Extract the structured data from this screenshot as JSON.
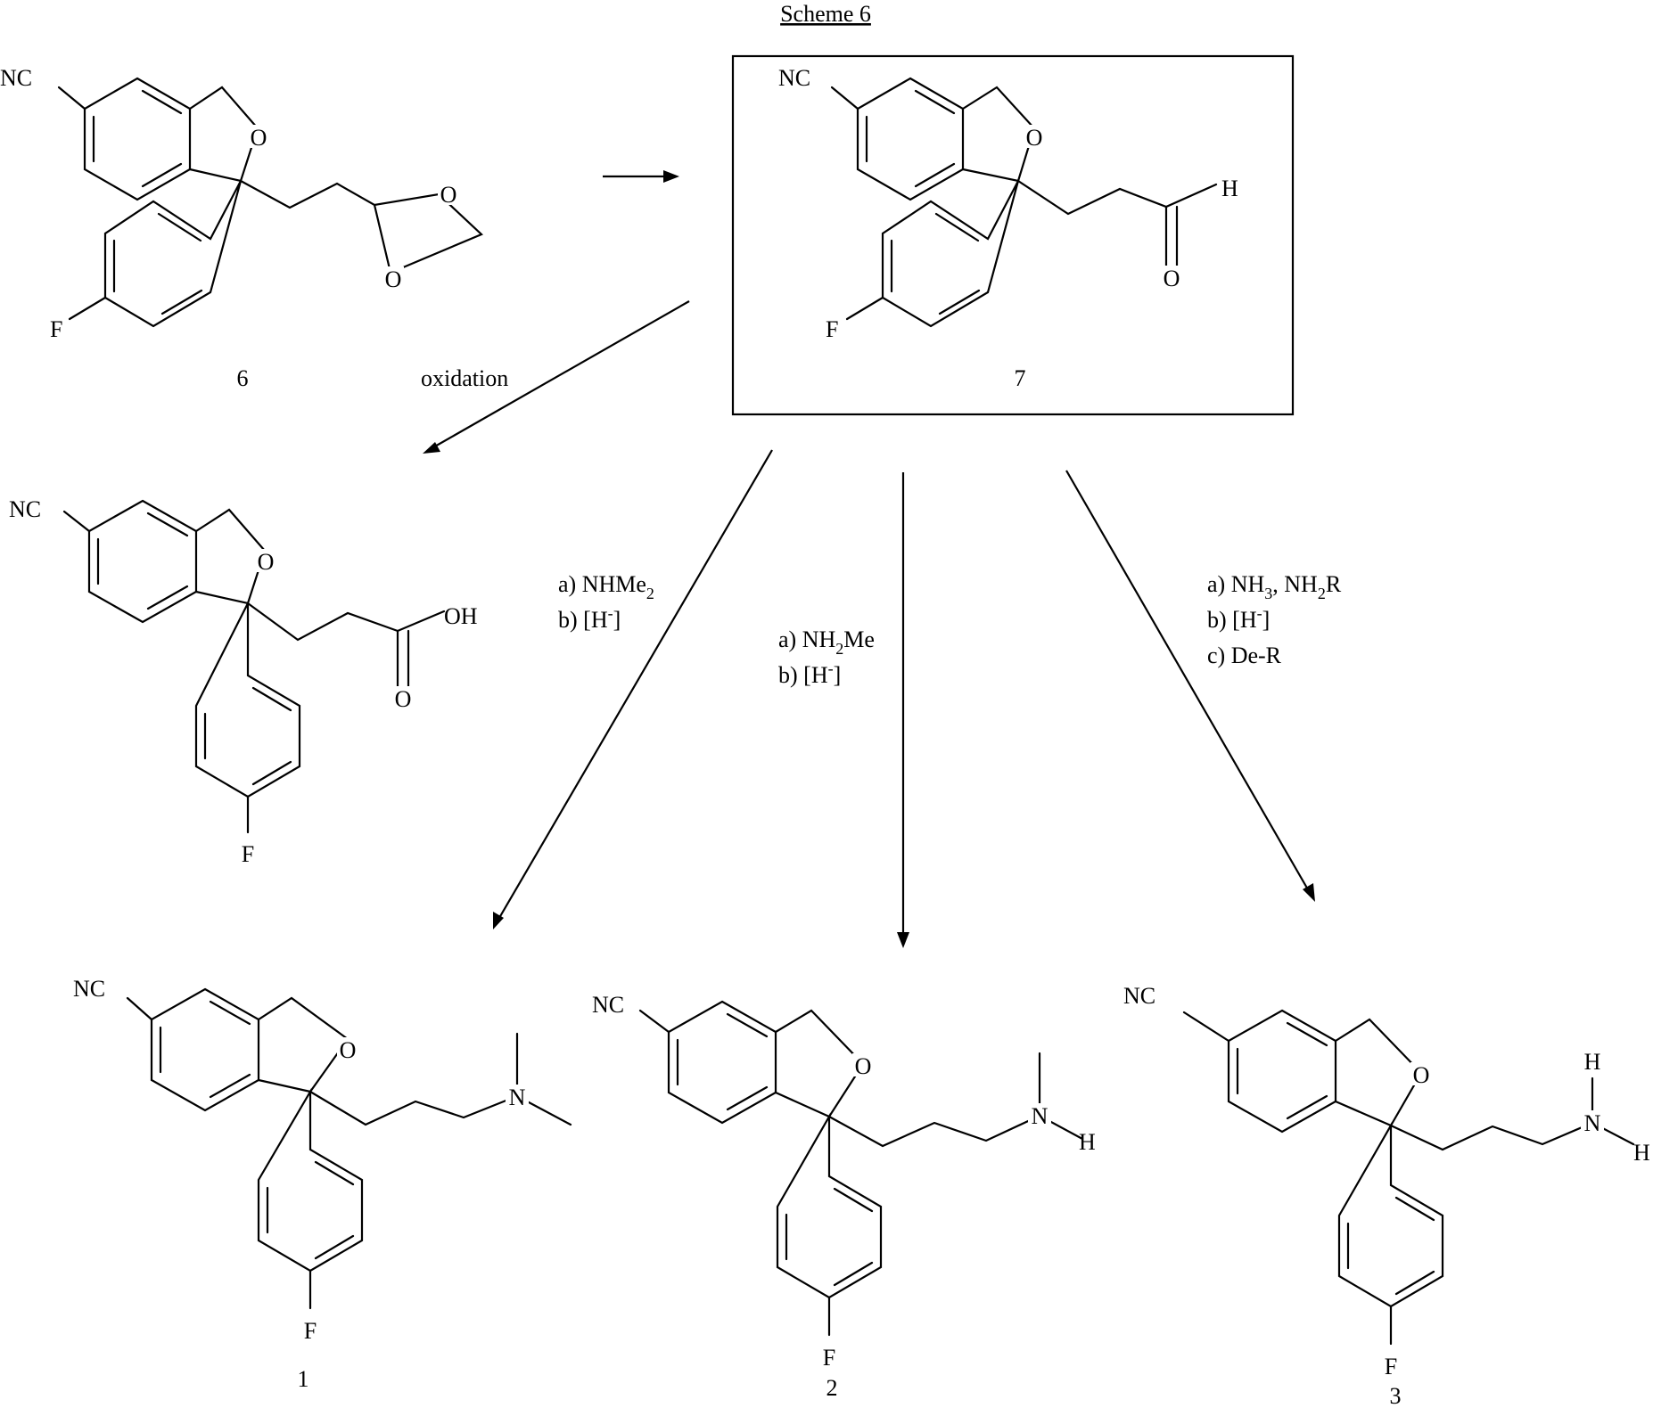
{
  "title": "Scheme 6",
  "compounds": {
    "c6": {
      "label": "6"
    },
    "c7": {
      "label": "7"
    },
    "c1": {
      "label": "1"
    },
    "c2": {
      "label": "2"
    },
    "c3": {
      "label": "3"
    }
  },
  "atoms": {
    "nc": "NC",
    "o": "O",
    "f": "F",
    "h": "H",
    "n": "N",
    "oh": "OH"
  },
  "conditions": {
    "oxidation": "oxidation",
    "r1": {
      "a": "a) NHMe",
      "a_sub": "2",
      "b": "b) [H",
      "b_sup": "-",
      "b_end": "]"
    },
    "r2": {
      "a": "a) NH",
      "a_sub": "2",
      "a_end": "Me",
      "b": "b) [H",
      "b_sup": "-",
      "b_end": "]"
    },
    "r3": {
      "a1": "a) NH",
      "a_sub1": "3",
      "a_mid": ", NH",
      "a_sub2": "2",
      "a_end": "R",
      "b": "b) [H",
      "b_sup": "-",
      "b_end": "]",
      "c": "c) De-R"
    }
  }
}
